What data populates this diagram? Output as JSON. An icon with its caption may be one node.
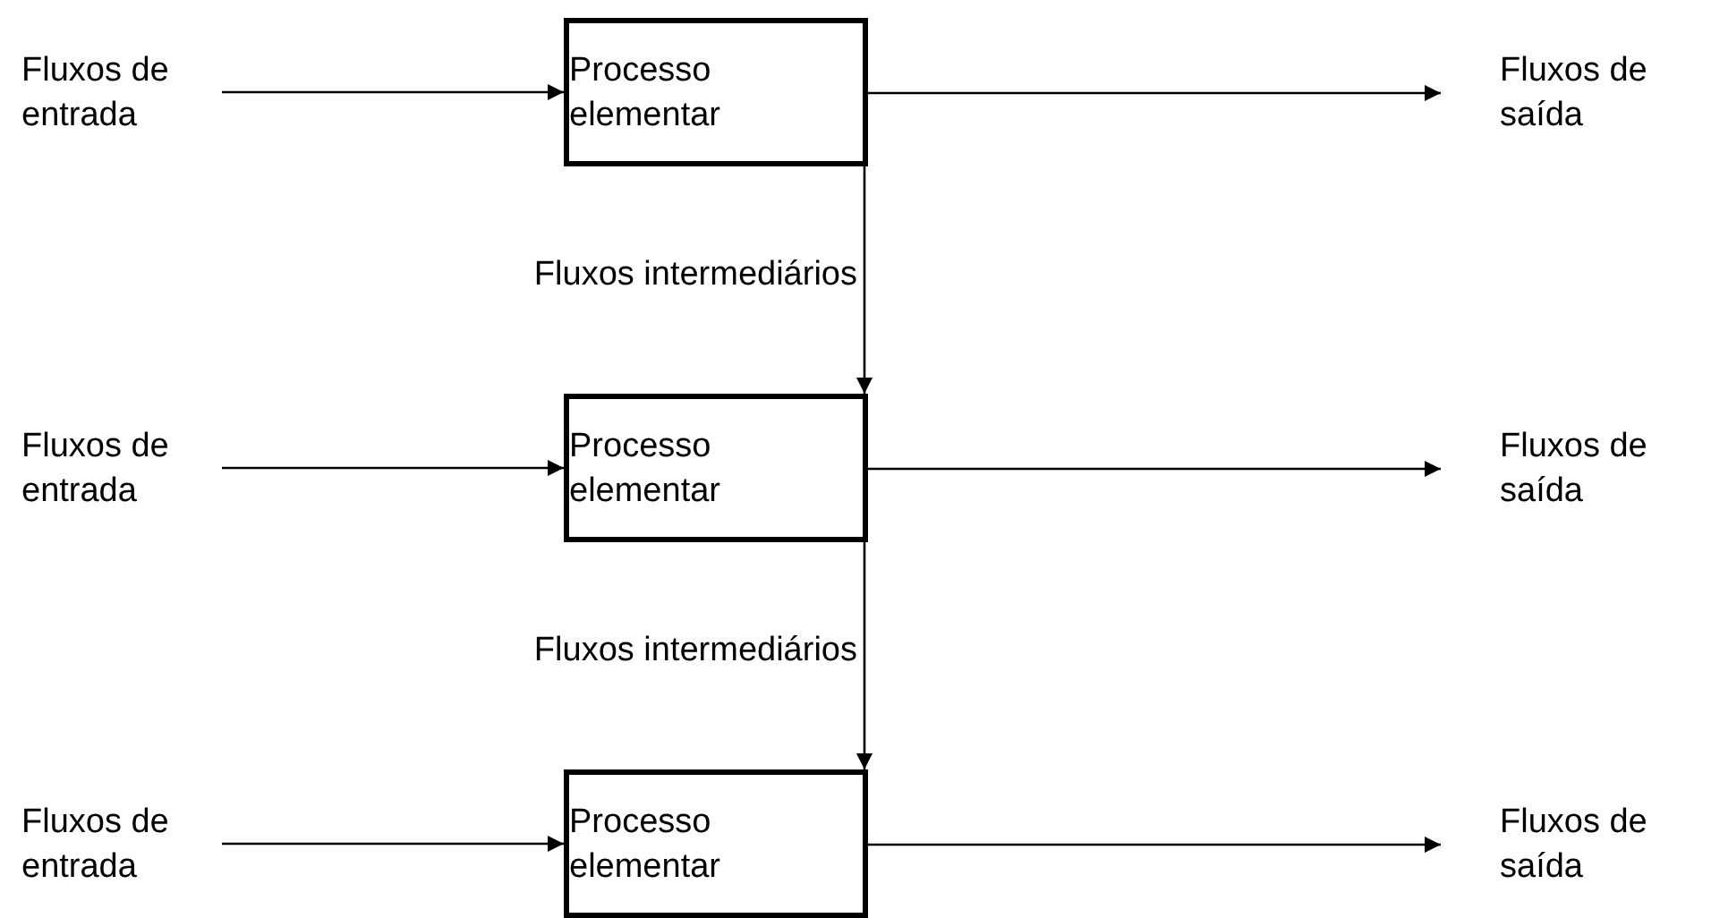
{
  "diagram": {
    "nodes": [
      {
        "text": [
          "Fluxos de entrada"
        ]
      },
      {
        "text": [
          "Processo elementar"
        ]
      },
      {
        "text": [
          "Fluxos de saída"
        ]
      },
      {
        "text": [
          "Fluxos de entrada"
        ]
      },
      {
        "text": [
          "Processo elementar"
        ]
      },
      {
        "text": [
          "Fluxos de saída"
        ]
      },
      {
        "text": [
          "Fluxos de entrada"
        ]
      },
      {
        "text": [
          "Processo elementar"
        ]
      },
      {
        "text": [
          "Fluxos de saída"
        ]
      }
    ],
    "edges": [
      {
        "from": 0,
        "to": 1,
        "arrow": "to"
      },
      {
        "from": 1,
        "to": 2,
        "arrow": "to"
      },
      {
        "from": 1,
        "to": 4,
        "arrow": "to",
        "label": "Fluxos intermediários"
      },
      {
        "from": 3,
        "to": 4,
        "arrow": "to"
      },
      {
        "from": 4,
        "to": 5,
        "arrow": "to"
      },
      {
        "from": 4,
        "to": 7,
        "arrow": "to",
        "label": "Fluxos intermediários"
      },
      {
        "from": 6,
        "to": 7,
        "arrow": "to"
      },
      {
        "from": 7,
        "to": 8,
        "arrow": "to"
      }
    ]
  }
}
